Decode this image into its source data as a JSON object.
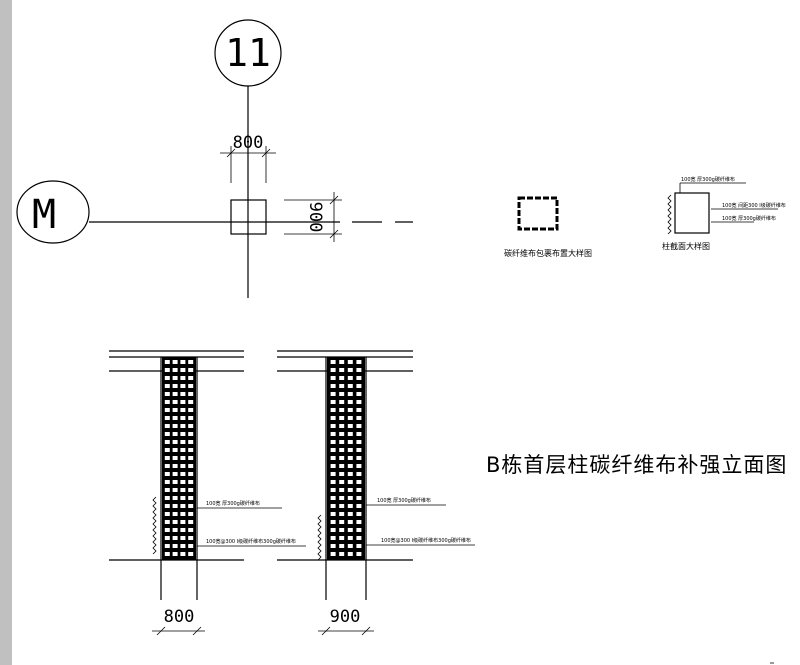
{
  "axes": {
    "vertical_axis_label": "11",
    "horizontal_axis_label": "M"
  },
  "plan": {
    "width_dimension": "800",
    "depth_dimension": "900"
  },
  "details": {
    "wrap_detail_caption": "碳纤维布包裹布置大样图",
    "section_detail_caption": "柱截面大样图",
    "section_notes": [
      "100宽 厚300g碳纤维布",
      "100宽 间距300 Ⅰ级碳纤维布",
      "100宽 厚300g碳纤维布"
    ]
  },
  "elevations": {
    "title": "B栋首层柱碳纤维布补强立面图",
    "columns": [
      {
        "width_label": "800",
        "note_upper": "100宽 厚300g碳纤维布",
        "note_lower": "100宽@300 Ⅰ级碳纤维布300g碳纤维布"
      },
      {
        "width_label": "900",
        "note_upper": "100宽 厚300g碳纤维布",
        "note_lower": "100宽@300 Ⅰ级碳纤维布300g碳纤维布"
      }
    ]
  },
  "colors": {
    "background": "#ffffff",
    "ink": "#000000",
    "left_bar": "#c0c0c0"
  }
}
